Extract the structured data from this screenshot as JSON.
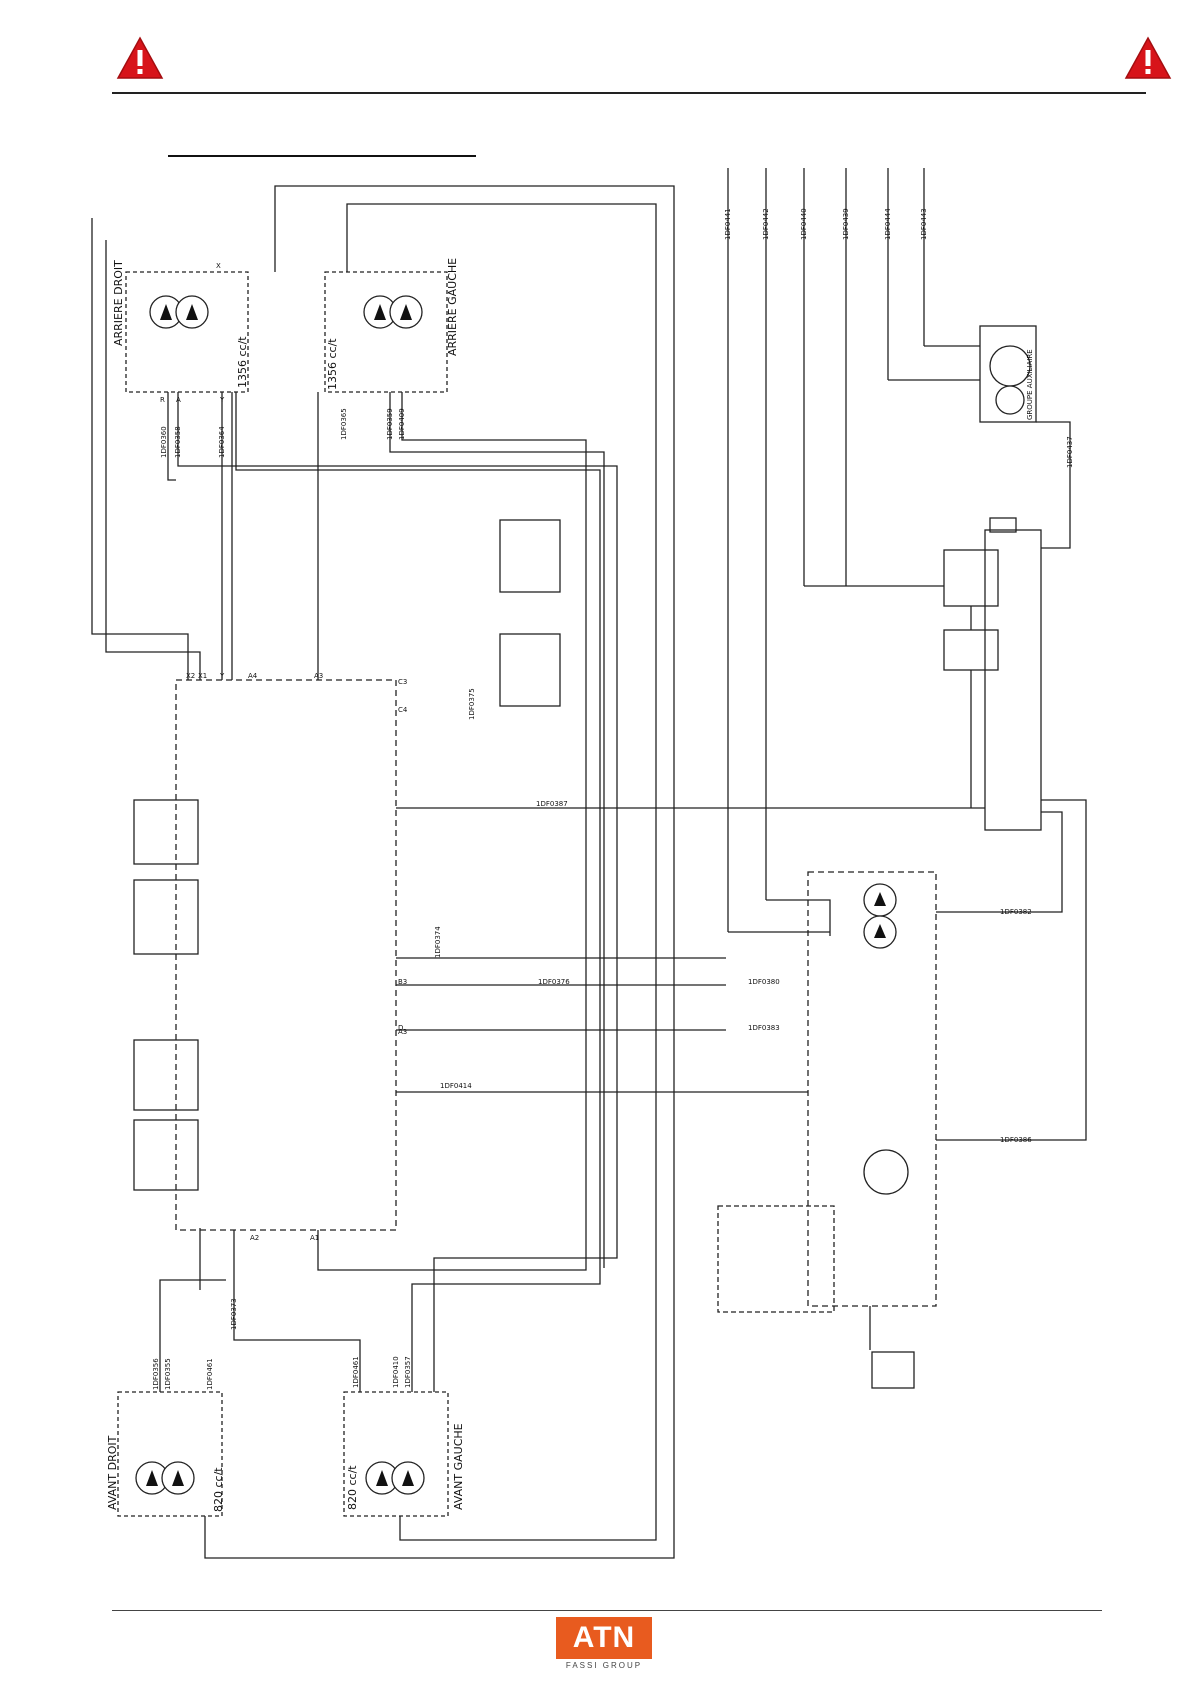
{
  "labels": {
    "arriere_droit": "ARRIERE DROIT",
    "arriere_gauche": "ARRIERE GAUCHE",
    "avant_droit": "AVANT DROIT",
    "avant_gauche": "AVANT GAUCHE",
    "groupe_auxiliaire": "GROUPE AUXILIAIRE",
    "disp_rear": "1356 cc/t",
    "disp_front": "820 cc/t"
  },
  "pipes": {
    "rear_right": [
      "1DF0360",
      "1DF0358",
      "1DF0364"
    ],
    "rear_left": [
      "1DF0365",
      "1DF0359",
      "1DF0409"
    ],
    "front_right": [
      "1DF0356",
      "1DF0355",
      "1DF0461"
    ],
    "front_left": [
      "1DF0461",
      "1DF0410",
      "1DF0357"
    ],
    "top_right": [
      "1DF0441",
      "1DF0442",
      "1DF0440",
      "1DF0439",
      "1DF0444",
      "1DF0443"
    ],
    "aux": "1DF0437",
    "mid": [
      "1DF0373",
      "1DF0374",
      "1DF0376",
      "1DF0375",
      "1DF0414",
      "1DF0380",
      "1DF0383",
      "1DF0382",
      "1DF0386",
      "1DF0387"
    ]
  },
  "ports": {
    "motor": [
      "R",
      "A",
      "Y",
      "X"
    ],
    "block": [
      "X2",
      "X1",
      "Y",
      "A4",
      "A3",
      "C3",
      "C4",
      "D",
      "B3",
      "A3",
      "A2",
      "A1"
    ]
  },
  "logo": {
    "brand": "ATN",
    "sub": "FASSI GROUP"
  },
  "colors": {
    "accent": "#e85b1f",
    "warning": "#d7141a"
  }
}
